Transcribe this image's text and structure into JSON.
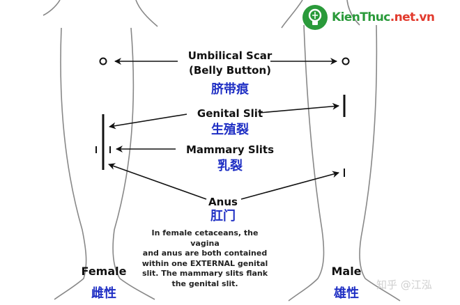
{
  "brand": {
    "icon": "lightbulb-leaf-icon",
    "name_part1": "KienThuc",
    "name_part2": ".net.vn",
    "colors": {
      "primary": "#2a9a3a",
      "secondary": "#e23b2e"
    }
  },
  "labels": {
    "umbilical_en_line1": "Umbilical Scar",
    "umbilical_en_line2": "(Belly Button)",
    "umbilical_zh": "脐带痕",
    "genital_en": "Genital Slit",
    "genital_zh": "生殖裂",
    "mammary_en": "Mammary Slits",
    "mammary_zh": "乳裂",
    "anus_en": "Anus",
    "anus_zh": "肛门"
  },
  "note": {
    "lines": [
      "In female cetaceans, the vagina",
      "and anus are both contained",
      "within one EXTERNAL genital",
      "slit.  The mammary slits flank",
      "the genital slit."
    ]
  },
  "sexes": {
    "female_en": "Female",
    "female_zh": "雌性",
    "male_en": "Male",
    "male_zh": "雄性"
  },
  "watermark": "知乎 @江泓",
  "colors": {
    "chinese_text": "#1f2fc4",
    "outline": "#888888",
    "ink": "#111111"
  }
}
